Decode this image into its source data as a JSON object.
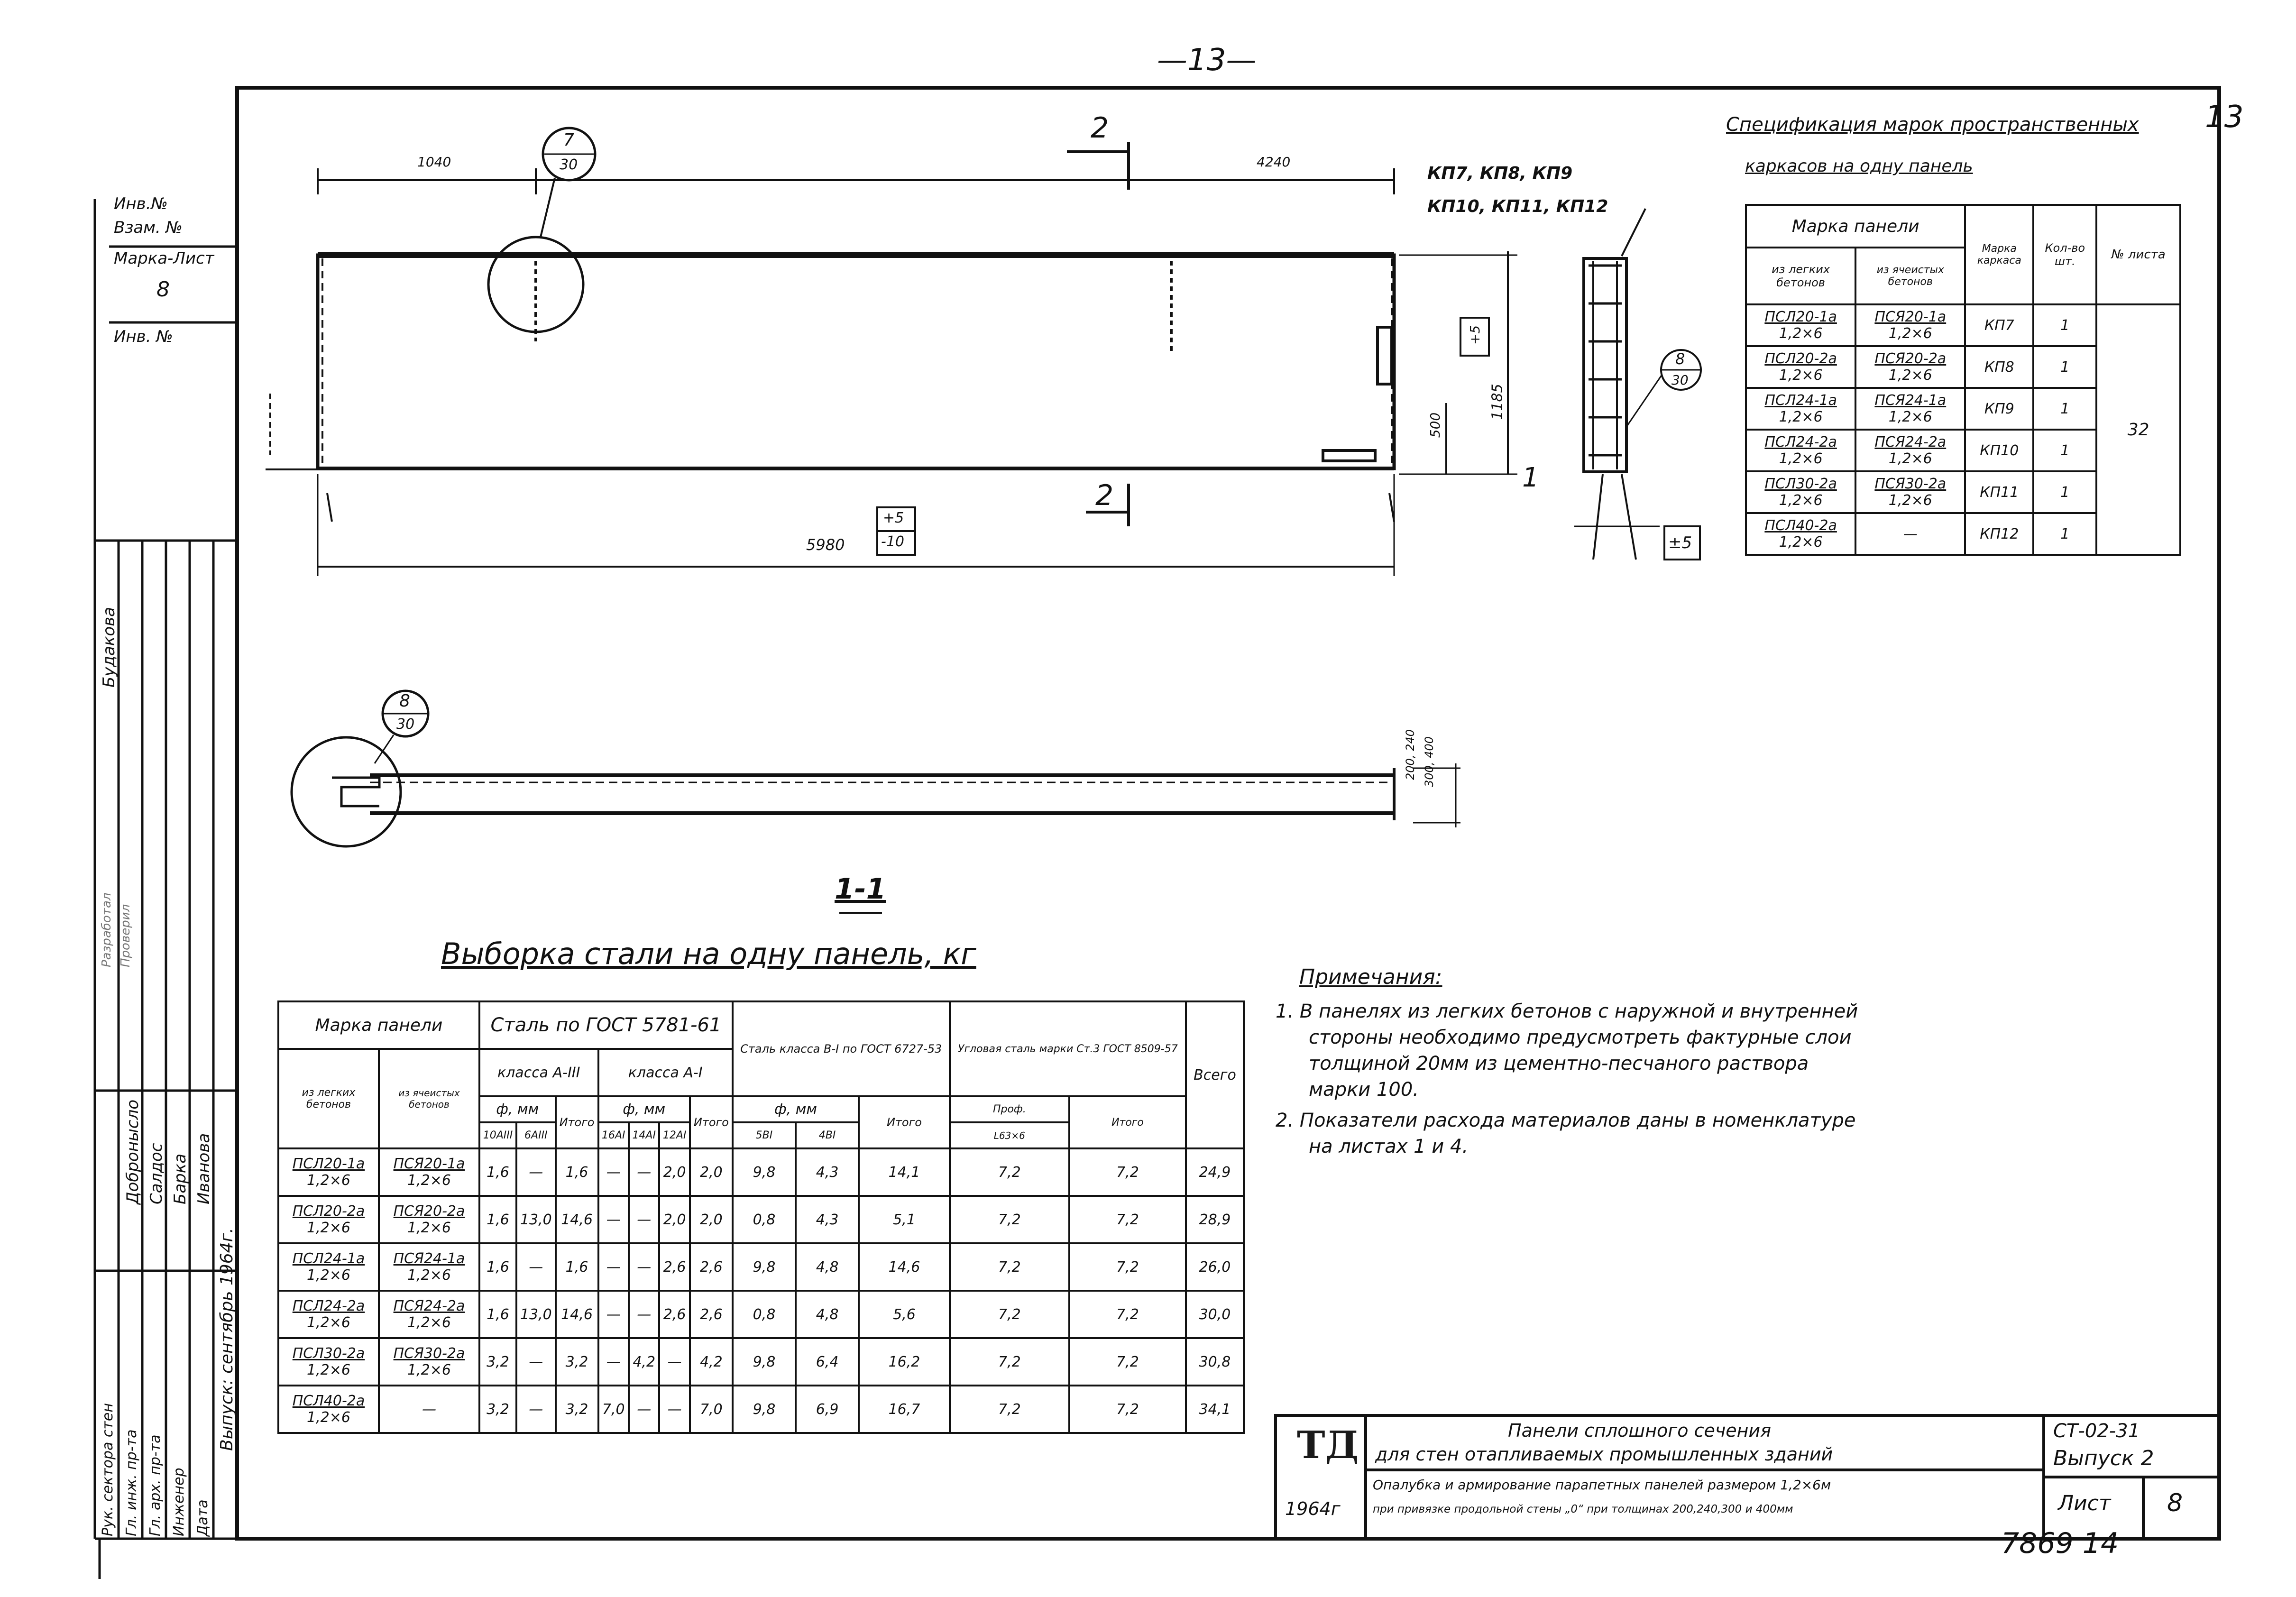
{
  "page_number": "—13—",
  "corner_numbers": {
    "top_right": "13",
    "bottom_right": "7869   14"
  },
  "drawing": {
    "dim_left": "1040",
    "dim_right": "4240",
    "dim_total": "5980",
    "dim_500": "500",
    "dim_1185": "1185",
    "tolerance_plus5_minus10": [
      "+5",
      "-10"
    ],
    "tolerance_plus5_a": "+5",
    "tolerance_plus5_b": "±5",
    "callout_7": {
      "top": "7",
      "bottom": "30"
    },
    "callout_8_bottom": {
      "top": "8",
      "bottom": "30"
    },
    "callout_8_side": {
      "top": "8",
      "bottom": "30"
    },
    "section_2": "2",
    "section_1": "1",
    "frame_marks_line1": "КП7, КП8, КП9",
    "frame_marks_line2": "КП10, КП11, КП12",
    "section_dims": [
      "200, 240",
      "300, 400"
    ],
    "section_title": "1-1"
  },
  "side_stamp": {
    "lines": [
      "Инв.№",
      "Взам. №",
      "Марка-Лист",
      "8",
      "Инв. №"
    ],
    "roles": [
      "Рук. сектора стен",
      "Гл. инж. пр-та",
      "Гл. арх. пр-та",
      "Инженер",
      "Дата"
    ],
    "names": [
      "Добронысло",
      "Салдос",
      "Барка",
      "Иванова",
      "Выпуск: сентябрь 1964г."
    ],
    "extra": [
      "Разработал",
      "Проверил",
      "Будакова"
    ]
  },
  "spec_table": {
    "title_line1": "Спецификация марок пространственных",
    "title_line2": "каркасов на одну панель",
    "header": {
      "panel_mark": "Марка панели",
      "light_concrete": "из легких бетонов",
      "cellular_concrete": "из ячеистых бетонов",
      "frame_mark": "Марка каркаса",
      "qty": "Кол-во шт.",
      "sheet": "№ листа"
    },
    "rows": [
      {
        "light": [
          "ПСЛ20-1а",
          "1,2×6"
        ],
        "cell": [
          "ПСЯ20-1а",
          "1,2×6"
        ],
        "frame": "КП7",
        "qty": "1"
      },
      {
        "light": [
          "ПСЛ20-2а",
          "1,2×6"
        ],
        "cell": [
          "ПСЯ20-2а",
          "1,2×6"
        ],
        "frame": "КП8",
        "qty": "1"
      },
      {
        "light": [
          "ПСЛ24-1а",
          "1,2×6"
        ],
        "cell": [
          "ПСЯ24-1а",
          "1,2×6"
        ],
        "frame": "КП9",
        "qty": "1"
      },
      {
        "light": [
          "ПСЛ24-2а",
          "1,2×6"
        ],
        "cell": [
          "ПСЯ24-2а",
          "1,2×6"
        ],
        "frame": "КП10",
        "qty": "1"
      },
      {
        "light": [
          "ПСЛ30-2а",
          "1,2×6"
        ],
        "cell": [
          "ПСЯ30-2а",
          "1,2×6"
        ],
        "frame": "КП11",
        "qty": "1"
      },
      {
        "light": [
          "ПСЛ40-2а",
          "1,2×6"
        ],
        "cell": [
          "—",
          ""
        ],
        "frame": "КП12",
        "qty": "1"
      }
    ],
    "sheet_value": "32"
  },
  "steel_table": {
    "title": "Выборка стали на одну панель, кг",
    "header": {
      "panel_mark": "Марка панели",
      "light": "из легких бетонов",
      "cell": "из ячеистых бетонов",
      "steel_gost": "Сталь по ГОСТ 5781-61",
      "class_a3": "класса А-III",
      "class_a1": "класса А-I",
      "phi_mm": "ф, мм",
      "itogo": "Итого",
      "steel_b1": "Сталь класса В-I по ГОСТ 6727-53",
      "angle_steel": "Угловая сталь марки Ст.3 ГОСТ 8509-57",
      "prof": "Проф.",
      "vsego": "Всего",
      "d_10a3": "10АIII",
      "d_6a3": "6АIII",
      "d_16a1": "16АI",
      "d_14a1": "14АI",
      "d_12a1": "12АI",
      "d_5b1": "5ВI",
      "d_4b1": "4ВI",
      "d_63": "L63×6"
    },
    "rows": [
      {
        "light": [
          "ПСЛ20-1а",
          "1,2×6"
        ],
        "cell": [
          "ПСЯ20-1а",
          "1,2×6"
        ],
        "v": [
          "1,6",
          "—",
          "1,6",
          "—",
          "—",
          "2,0",
          "2,0",
          "9,8",
          "4,3",
          "14,1",
          "7,2",
          "7,2",
          "24,9"
        ]
      },
      {
        "light": [
          "ПСЛ20-2а",
          "1,2×6"
        ],
        "cell": [
          "ПСЯ20-2а",
          "1,2×6"
        ],
        "v": [
          "1,6",
          "13,0",
          "14,6",
          "—",
          "—",
          "2,0",
          "2,0",
          "0,8",
          "4,3",
          "5,1",
          "7,2",
          "7,2",
          "28,9"
        ]
      },
      {
        "light": [
          "ПСЛ24-1а",
          "1,2×6"
        ],
        "cell": [
          "ПСЯ24-1а",
          "1,2×6"
        ],
        "v": [
          "1,6",
          "—",
          "1,6",
          "—",
          "—",
          "2,6",
          "2,6",
          "9,8",
          "4,8",
          "14,6",
          "7,2",
          "7,2",
          "26,0"
        ]
      },
      {
        "light": [
          "ПСЛ24-2а",
          "1,2×6"
        ],
        "cell": [
          "ПСЯ24-2а",
          "1,2×6"
        ],
        "v": [
          "1,6",
          "13,0",
          "14,6",
          "—",
          "—",
          "2,6",
          "2,6",
          "0,8",
          "4,8",
          "5,6",
          "7,2",
          "7,2",
          "30,0"
        ]
      },
      {
        "light": [
          "ПСЛ30-2а",
          "1,2×6"
        ],
        "cell": [
          "ПСЯ30-2а",
          "1,2×6"
        ],
        "v": [
          "3,2",
          "—",
          "3,2",
          "—",
          "4,2",
          "—",
          "4,2",
          "9,8",
          "6,4",
          "16,2",
          "7,2",
          "7,2",
          "30,8"
        ]
      },
      {
        "light": [
          "ПСЛ40-2а",
          "1,2×6"
        ],
        "cell": [
          "—",
          ""
        ],
        "v": [
          "3,2",
          "—",
          "3,2",
          "7,0",
          "—",
          "—",
          "7,0",
          "9,8",
          "6,9",
          "16,7",
          "7,2",
          "7,2",
          "34,1"
        ]
      }
    ]
  },
  "notes": {
    "title": "Примечания:",
    "items": [
      "1. В панелях из легких бетонов с наружной и внутренней",
      "стороны необходимо предусмотреть фактурные слои",
      "толщиной 20мм из цементно-песчаного раствора",
      "марки 100.",
      "2. Показатели расхода материалов даны в номенклатуре",
      "на листах 1 и 4."
    ]
  },
  "title_block": {
    "logo": "ТД",
    "year": "1964г",
    "title_line1": "Панели сплошного сечения",
    "title_line2": "для стен отапливаемых промышленных зданий",
    "desc_line1": "Опалубка и армирование парапетных панелей размером 1,2×6м",
    "desc_line2": "при привязке продольной стены „0“ при толщинах 200,240,300 и 400мм",
    "series": "СТ-02-31",
    "issue": "Выпуск 2",
    "sheet_label": "Лист",
    "sheet_no": "8"
  }
}
